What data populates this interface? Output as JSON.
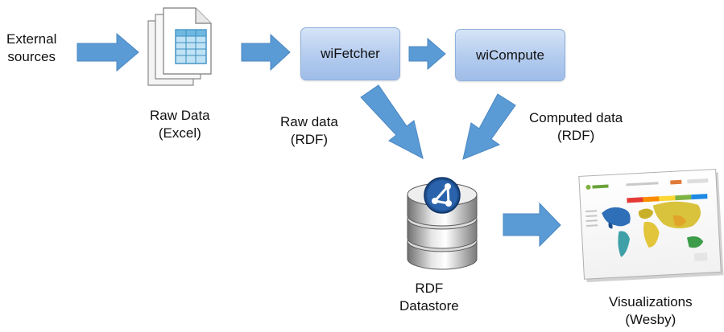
{
  "colors": {
    "arrow": "#5b9bd5",
    "box_fill": "#b3cbee",
    "box_border": "#8fb1dc"
  },
  "labels": {
    "external_sources": [
      "External",
      "sources"
    ],
    "raw_data_excel": [
      "Raw Data",
      "(Excel)"
    ],
    "raw_data_rdf": [
      "Raw data",
      "(RDF)"
    ],
    "computed_data_rdf": [
      "Computed data",
      "(RDF)"
    ],
    "rdf_datastore": [
      "RDF",
      "Datastore"
    ],
    "visualizations": [
      "Visualizations",
      "(Wesby)"
    ]
  },
  "nodes": {
    "wifetcher": "wiFetcher",
    "wicompute": "wiCompute"
  },
  "icons": {
    "documents": "excel-documents-icon",
    "database": "rdf-database-icon",
    "visualization": "world-map-screenshot-icon"
  }
}
